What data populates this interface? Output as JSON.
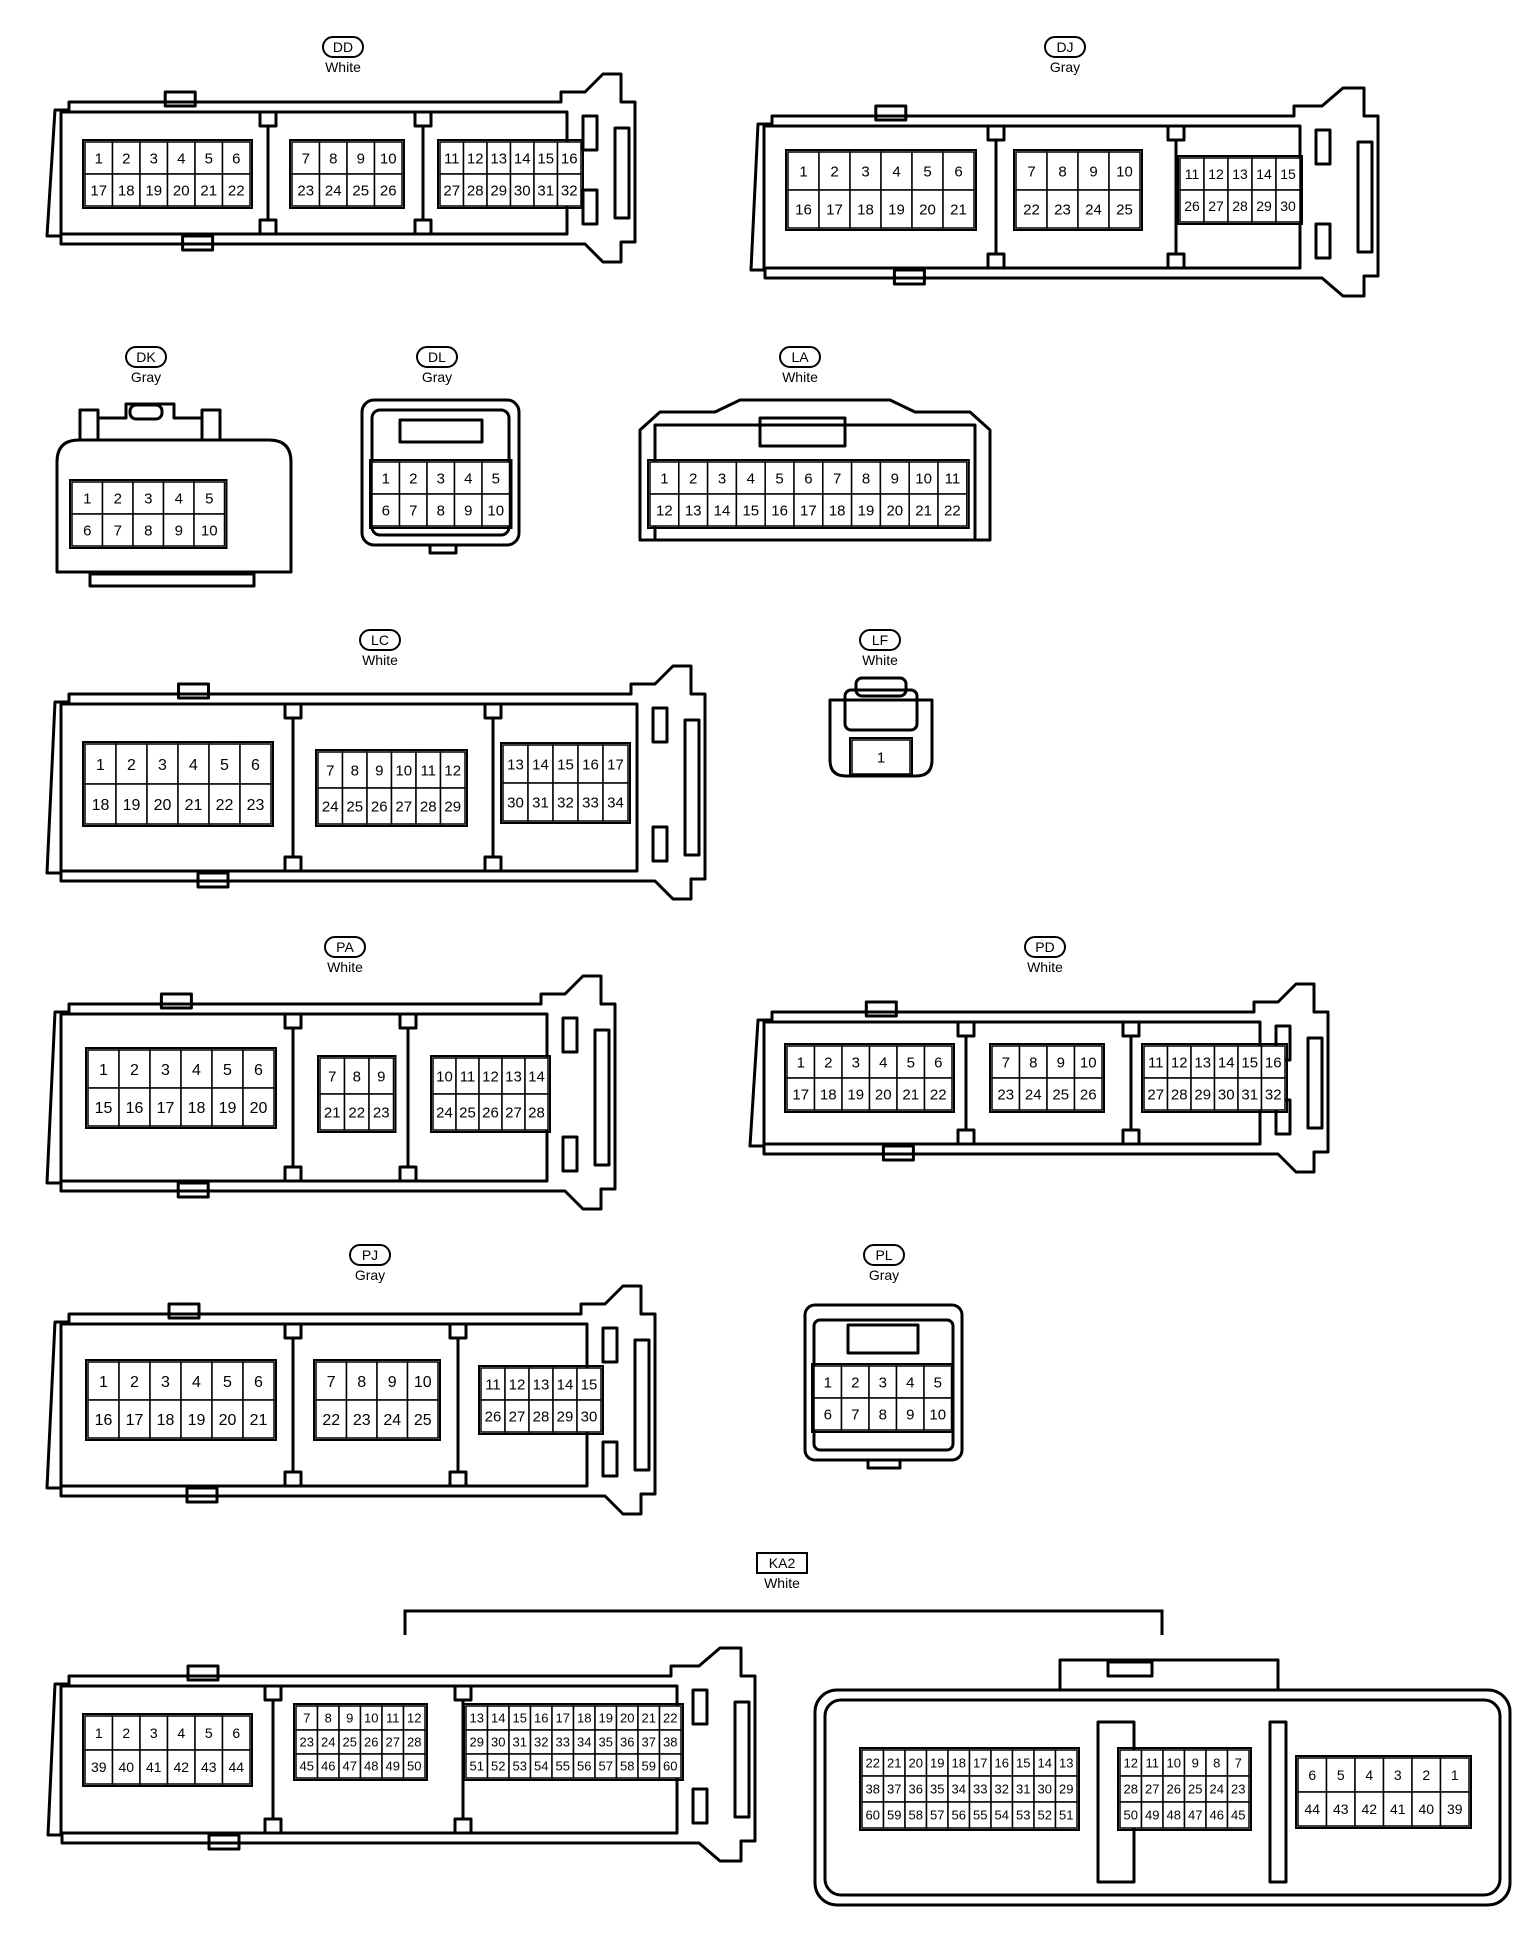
{
  "connectors": [
    {
      "id": "DD",
      "color": "White",
      "tag_style": "pill",
      "blocks": [
        [
          [
            1,
            2,
            3,
            4,
            5,
            6
          ],
          [
            17,
            18,
            19,
            20,
            21,
            22
          ]
        ],
        [
          [
            7,
            8,
            9,
            10
          ],
          [
            23,
            24,
            25,
            26
          ]
        ],
        [
          [
            11,
            12,
            13,
            14,
            15,
            16
          ],
          [
            27,
            28,
            29,
            30,
            31,
            32
          ]
        ]
      ]
    },
    {
      "id": "DJ",
      "color": "Gray",
      "tag_style": "pill",
      "blocks": [
        [
          [
            1,
            2,
            3,
            4,
            5,
            6
          ],
          [
            16,
            17,
            18,
            19,
            20,
            21
          ]
        ],
        [
          [
            7,
            8,
            9,
            10
          ],
          [
            22,
            23,
            24,
            25
          ]
        ],
        [
          [
            11,
            12,
            13,
            14,
            15
          ],
          [
            26,
            27,
            28,
            29,
            30
          ]
        ]
      ]
    },
    {
      "id": "DK",
      "color": "Gray",
      "tag_style": "pill",
      "blocks": [
        [
          [
            1,
            2,
            3,
            4,
            5
          ],
          [
            6,
            7,
            8,
            9,
            10
          ]
        ]
      ]
    },
    {
      "id": "DL",
      "color": "Gray",
      "tag_style": "pill",
      "blocks": [
        [
          [
            1,
            2,
            3,
            4,
            5
          ],
          [
            6,
            7,
            8,
            9,
            10
          ]
        ]
      ]
    },
    {
      "id": "LA",
      "color": "White",
      "tag_style": "pill",
      "blocks": [
        [
          [
            1,
            2,
            3,
            4,
            5,
            6,
            7,
            8,
            9,
            10,
            11
          ],
          [
            12,
            13,
            14,
            15,
            16,
            17,
            18,
            19,
            20,
            21,
            22
          ]
        ]
      ]
    },
    {
      "id": "LC",
      "color": "White",
      "tag_style": "pill",
      "blocks": [
        [
          [
            1,
            2,
            3,
            4,
            5,
            6
          ],
          [
            18,
            19,
            20,
            21,
            22,
            23
          ]
        ],
        [
          [
            7,
            8,
            9,
            10,
            11,
            12
          ],
          [
            24,
            25,
            26,
            27,
            28,
            29
          ]
        ],
        [
          [
            13,
            14,
            15,
            16,
            17
          ],
          [
            30,
            31,
            32,
            33,
            34
          ]
        ]
      ]
    },
    {
      "id": "LF",
      "color": "White",
      "tag_style": "pill",
      "blocks": [
        [
          [
            1
          ]
        ]
      ]
    },
    {
      "id": "PA",
      "color": "White",
      "tag_style": "pill",
      "blocks": [
        [
          [
            1,
            2,
            3,
            4,
            5,
            6
          ],
          [
            15,
            16,
            17,
            18,
            19,
            20
          ]
        ],
        [
          [
            7,
            8,
            9
          ],
          [
            21,
            22,
            23
          ]
        ],
        [
          [
            10,
            11,
            12,
            13,
            14
          ],
          [
            24,
            25,
            26,
            27,
            28
          ]
        ]
      ]
    },
    {
      "id": "PD",
      "color": "White",
      "tag_style": "pill",
      "blocks": [
        [
          [
            1,
            2,
            3,
            4,
            5,
            6
          ],
          [
            17,
            18,
            19,
            20,
            21,
            22
          ]
        ],
        [
          [
            7,
            8,
            9,
            10
          ],
          [
            23,
            24,
            25,
            26
          ]
        ],
        [
          [
            11,
            12,
            13,
            14,
            15,
            16
          ],
          [
            27,
            28,
            29,
            30,
            31,
            32
          ]
        ]
      ]
    },
    {
      "id": "PJ",
      "color": "Gray",
      "tag_style": "pill",
      "blocks": [
        [
          [
            1,
            2,
            3,
            4,
            5,
            6
          ],
          [
            16,
            17,
            18,
            19,
            20,
            21
          ]
        ],
        [
          [
            7,
            8,
            9,
            10
          ],
          [
            22,
            23,
            24,
            25
          ]
        ],
        [
          [
            11,
            12,
            13,
            14,
            15
          ],
          [
            26,
            27,
            28,
            29,
            30
          ]
        ]
      ]
    },
    {
      "id": "PL",
      "color": "Gray",
      "tag_style": "pill",
      "blocks": [
        [
          [
            1,
            2,
            3,
            4,
            5
          ],
          [
            6,
            7,
            8,
            9,
            10
          ]
        ]
      ]
    },
    {
      "id": "KA2",
      "color": "White",
      "tag_style": "box",
      "views": [
        {
          "blocks": [
            [
              [
                1,
                2,
                3,
                4,
                5,
                6
              ],
              [
                39,
                40,
                41,
                42,
                43,
                44
              ]
            ],
            [
              [
                7,
                8,
                9,
                10,
                11,
                12
              ],
              [
                23,
                24,
                25,
                26,
                27,
                28
              ],
              [
                45,
                46,
                47,
                48,
                49,
                50
              ]
            ],
            [
              [
                13,
                14,
                15,
                16,
                17,
                18,
                19,
                20,
                21,
                22
              ],
              [
                29,
                30,
                31,
                32,
                33,
                34,
                35,
                36,
                37,
                38
              ],
              [
                51,
                52,
                53,
                54,
                55,
                56,
                57,
                58,
                59,
                60
              ]
            ]
          ]
        },
        {
          "blocks": [
            [
              [
                22,
                21,
                20,
                19,
                18,
                17,
                16,
                15,
                14,
                13
              ],
              [
                38,
                37,
                36,
                35,
                34,
                33,
                32,
                31,
                30,
                29
              ],
              [
                60,
                59,
                58,
                57,
                56,
                55,
                54,
                53,
                52,
                51
              ]
            ],
            [
              [
                12,
                11,
                10,
                9,
                8,
                7
              ],
              [
                28,
                27,
                26,
                25,
                24,
                23
              ],
              [
                50,
                49,
                48,
                47,
                46,
                45
              ]
            ],
            [
              [
                6,
                5,
                4,
                3,
                2,
                1
              ],
              [
                44,
                43,
                42,
                41,
                40,
                39
              ]
            ]
          ]
        }
      ]
    }
  ]
}
